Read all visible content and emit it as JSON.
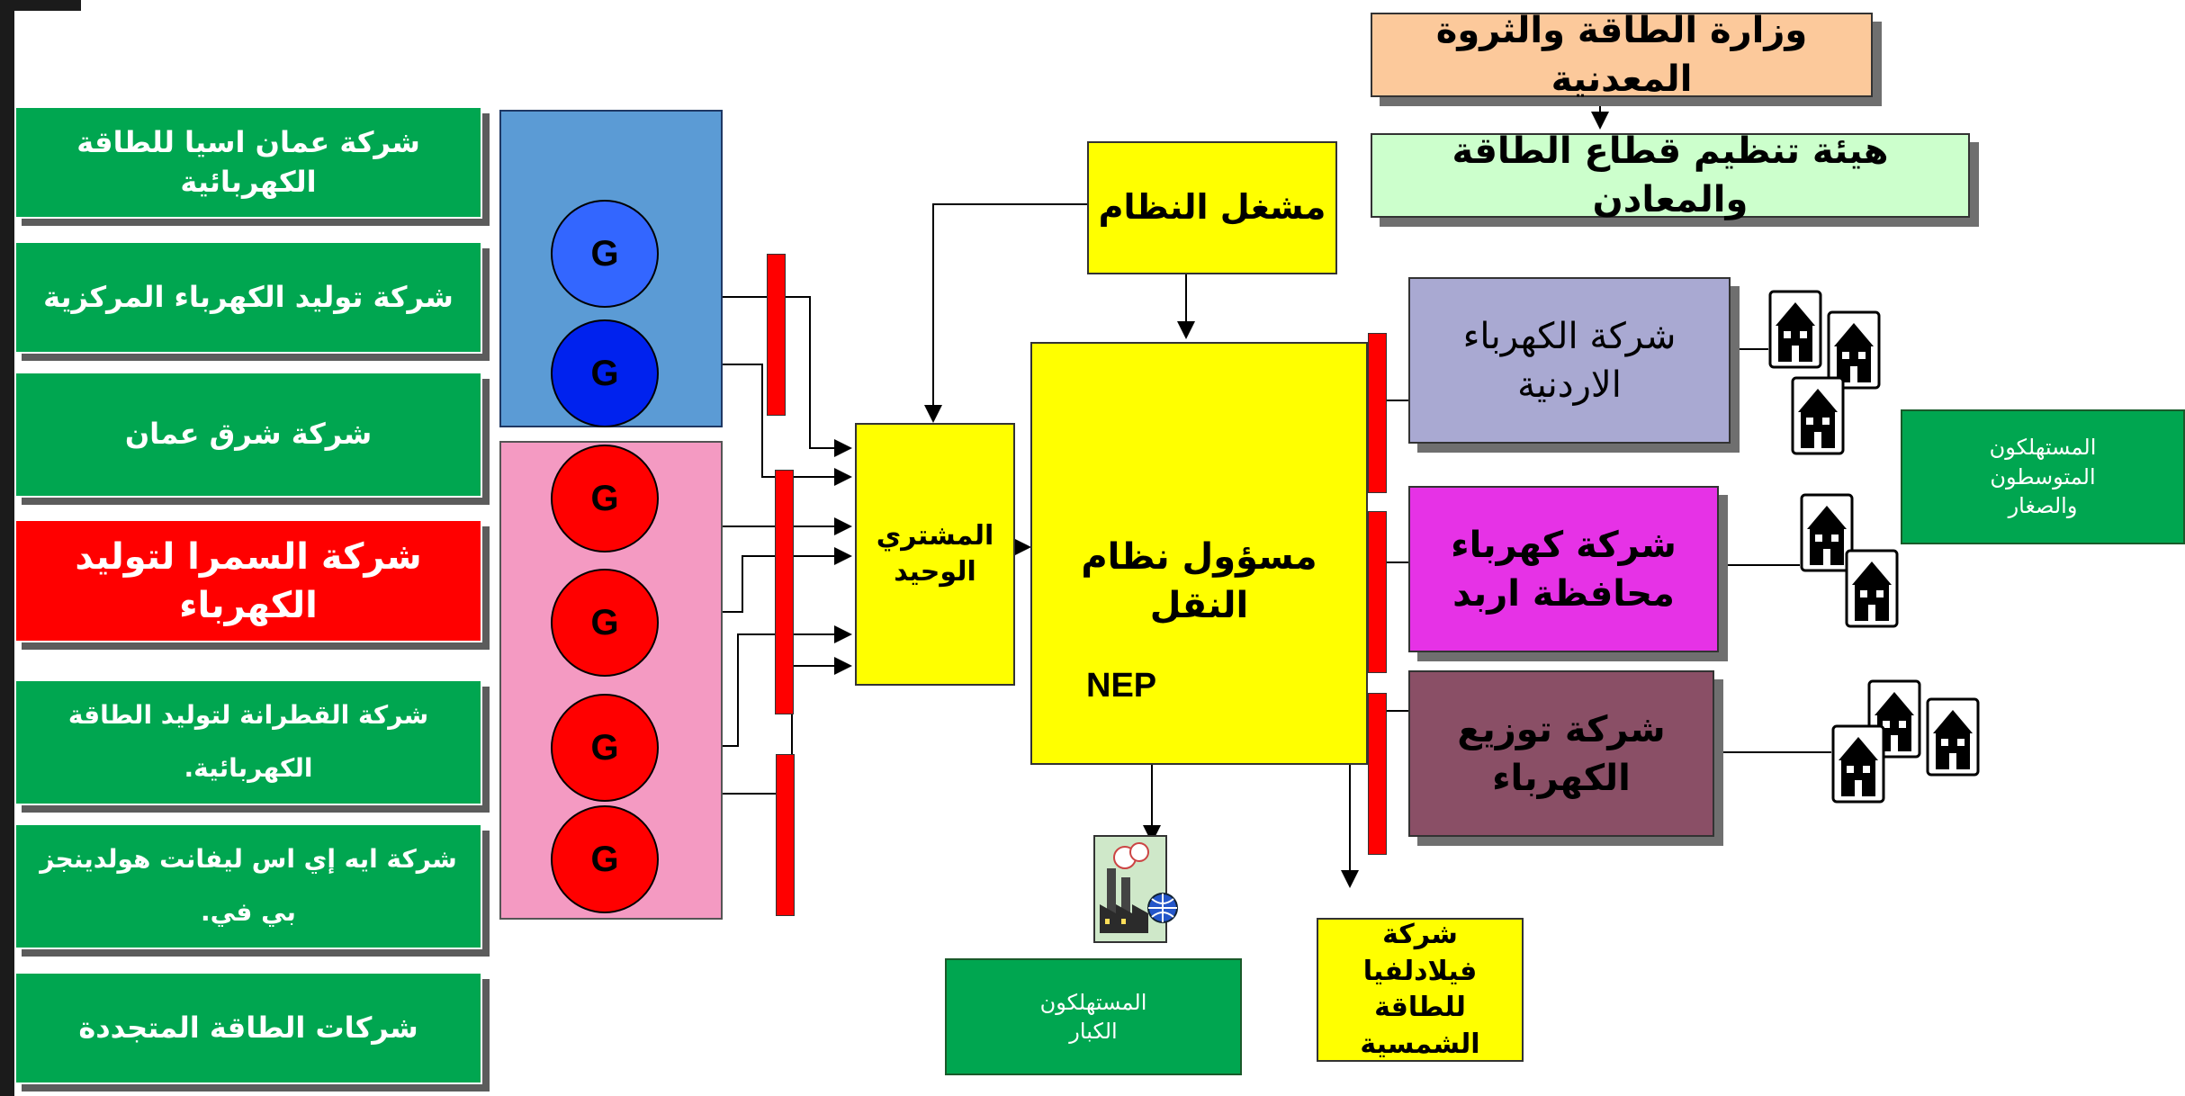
{
  "diagram": {
    "generators": [
      {
        "label": "شركة عمان اسيا للطاقة الكهربائية"
      },
      {
        "label": "شركة توليد الكهرباء المركزية"
      },
      {
        "label": "شركة شرق عمان"
      },
      {
        "label": "شركة السمرا لتوليد الكهرباء"
      },
      {
        "label": "شركة القطرانة لتوليد الطاقة الكهربائية."
      },
      {
        "label": "شركة ايه إي اس ليفانت هولدينجز بي في."
      },
      {
        "label": "شركات الطاقة المتجددة"
      }
    ],
    "generator_symbol": "G",
    "single_buyer": "المشتري الوحيد",
    "system_operator": "مشغل النظام",
    "transmission": {
      "title": "مسؤول نظام النقل",
      "code": "NEP"
    },
    "ministry": "وزارة الطاقة والثروة المعدنية",
    "regulator": "هيئة تنظيم قطاع الطاقة والمعادن",
    "distributors": [
      {
        "label": "شركة الكهرباء الاردنية",
        "color": "#a9a9d2"
      },
      {
        "label": "شركة كهرباء محافظة اربد",
        "color": "#e632e6"
      },
      {
        "label": "شركة توزيع الكهرباء",
        "color": "#8a4f66"
      }
    ],
    "medium_consumers": "المستهلكون المتوسطون والصغار",
    "large_consumers": "المستهلكون الكبار",
    "solar_company": "شركة فيلادلفيا للطاقة الشمسية",
    "icons": {
      "house": "house-icon",
      "factory": "factory-icon"
    },
    "colors": {
      "generator_green": "#00a650",
      "highlight_red": "#ff0000",
      "yellow": "#ffff00",
      "blue_panel": "#5b9bd5",
      "pink_panel": "#f49ac2",
      "ministry": "#fcc99b",
      "regulator": "#ccffcc"
    }
  }
}
